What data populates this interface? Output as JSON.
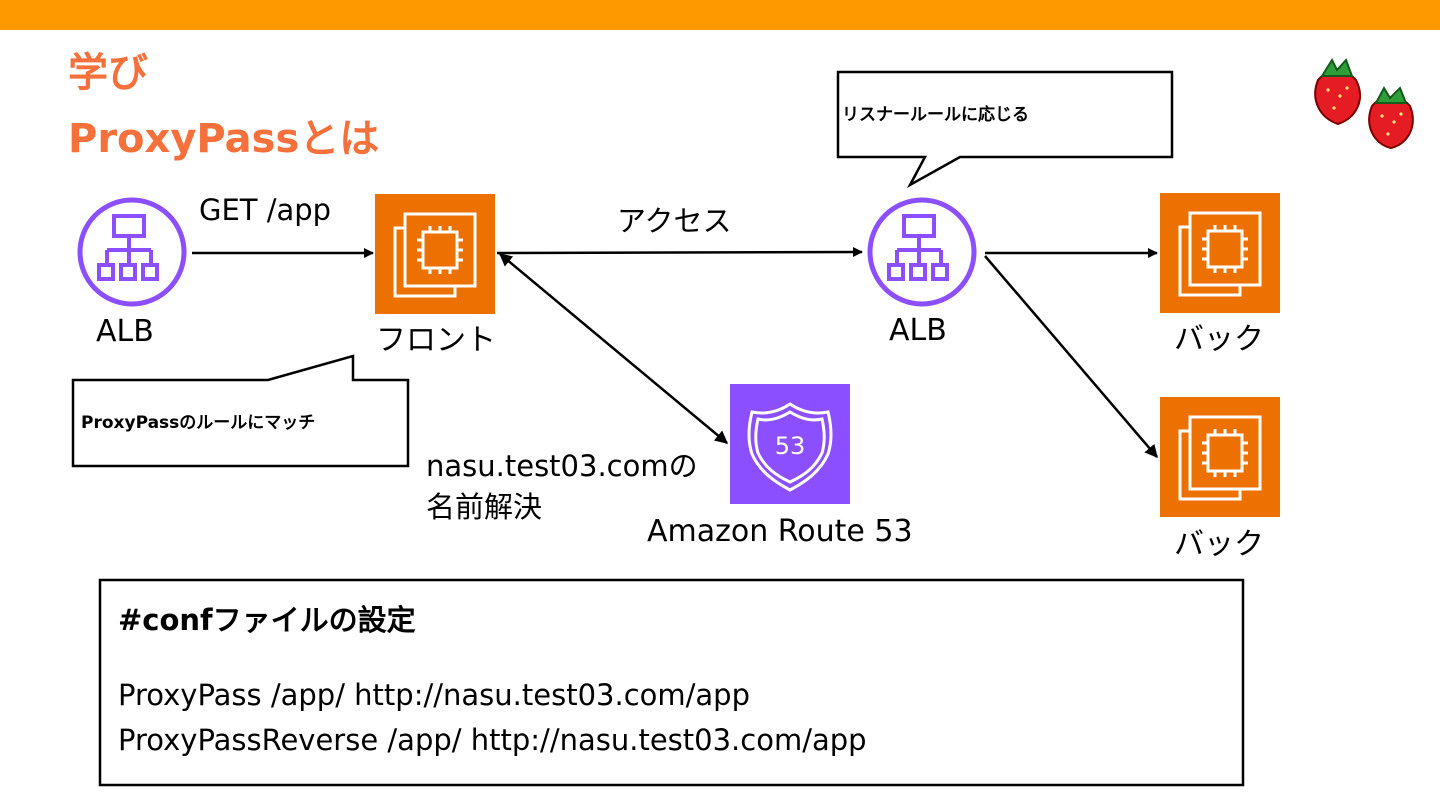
{
  "header": {
    "title_line1": "学び",
    "title_line2": "ProxyPassとは",
    "accent_color": "#ff9900",
    "title_color": "#f5703a"
  },
  "nodes": {
    "alb_left": {
      "label": "ALB",
      "icon": "load-balancer-icon"
    },
    "front": {
      "label": "フロント",
      "icon": "ec2-instance-icon"
    },
    "alb_right": {
      "label": "ALB",
      "icon": "load-balancer-icon"
    },
    "back_top": {
      "label": "バック",
      "icon": "ec2-instance-icon"
    },
    "back_bottom": {
      "label": "バック",
      "icon": "ec2-instance-icon"
    },
    "route53": {
      "label": "Amazon Route 53",
      "icon": "route53-shield-icon",
      "badge": "53"
    }
  },
  "edges": {
    "get_app": "GET /app",
    "access": "アクセス",
    "resolve_line1": "nasu.test03.comの",
    "resolve_line2": "名前解決"
  },
  "callouts": {
    "listener": "リスナールールに応じる",
    "proxypass_match": "ProxyPassのルールにマッチ"
  },
  "conf": {
    "title": "#confファイルの設定",
    "lines": [
      "ProxyPass /app/ http://nasu.test03.com/app",
      "ProxyPassReverse /app/ http://nasu.test03.com/app"
    ]
  },
  "colors": {
    "ec2": "#ed7100",
    "route53": "#8c4fff",
    "alb": "#8c4fff"
  }
}
